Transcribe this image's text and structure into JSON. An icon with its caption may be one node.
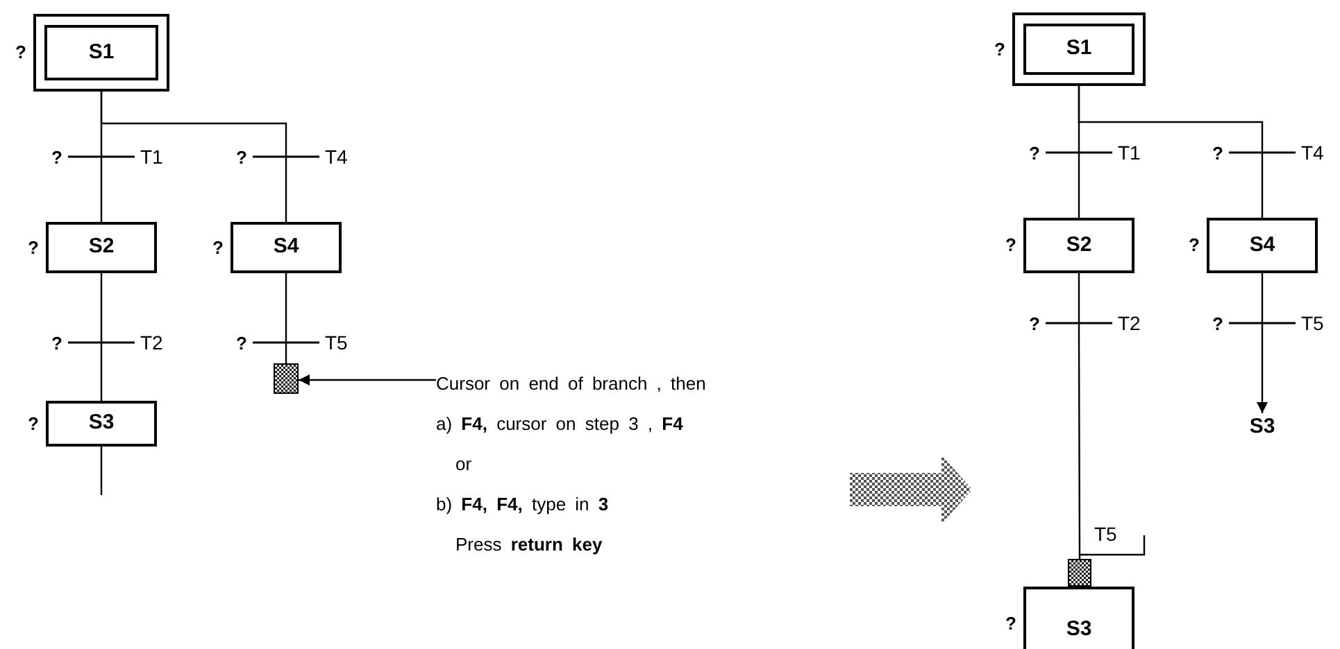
{
  "diagram": {
    "nodes": [
      {
        "text": [
          "S1"
        ],
        "beside": [
          "?"
        ]
      },
      {
        "text": [
          "?",
          "T1"
        ]
      },
      {
        "text": [
          "?",
          "T4"
        ]
      },
      {
        "text": [
          "S2"
        ],
        "beside": [
          "?"
        ]
      },
      {
        "text": [
          "S4"
        ],
        "beside": [
          "?"
        ]
      },
      {
        "text": [
          "?",
          "T2"
        ]
      },
      {
        "text": [
          "?",
          "T5"
        ]
      },
      {
        "text": [
          "S3"
        ],
        "beside": [
          "?"
        ]
      },
      {
        "text": [],
        "shape": "box"
      },
      {
        "text": [
          "Cursor on end of branch , then",
          "a) **F4,** cursor on step 3 , **F4**",
          "or",
          "b) **F4, F4,** type in **3**",
          "Press **return key**"
        ]
      },
      {
        "text": [
          "S1"
        ],
        "beside": [
          "?"
        ]
      },
      {
        "text": [
          "?",
          "T1"
        ]
      },
      {
        "text": [
          "?",
          "T4"
        ]
      },
      {
        "text": [
          "S2"
        ],
        "beside": [
          "?"
        ]
      },
      {
        "text": [
          "S4"
        ],
        "beside": [
          "?"
        ]
      },
      {
        "text": [
          "?",
          "T2"
        ]
      },
      {
        "text": [
          "?",
          "T5"
        ]
      },
      {
        "text": [
          "S3"
        ]
      },
      {
        "text": [],
        "shape": "box"
      },
      {
        "text": [
          "S3"
        ],
        "beside": [
          "?"
        ]
      }
    ],
    "edges": [
      {
        "from": 0,
        "to": 1,
        "arrow": "none"
      },
      {
        "from": 0,
        "to": 2,
        "arrow": "none"
      },
      {
        "from": 1,
        "to": 3,
        "arrow": "none"
      },
      {
        "from": 2,
        "to": 4,
        "arrow": "none"
      },
      {
        "from": 3,
        "to": 5,
        "arrow": "none"
      },
      {
        "from": 4,
        "to": 6,
        "arrow": "none"
      },
      {
        "from": 5,
        "to": 7,
        "arrow": "none"
      },
      {
        "from": 6,
        "to": 8,
        "arrow": "none"
      },
      {
        "from": 7,
        "to": null,
        "arrow": "none"
      },
      {
        "from": 9,
        "to": 8,
        "arrow": "to"
      },
      {
        "from": 10,
        "to": 11,
        "arrow": "none"
      },
      {
        "from": 10,
        "to": 12,
        "arrow": "none"
      },
      {
        "from": 11,
        "to": 13,
        "arrow": "none"
      },
      {
        "from": 12,
        "to": 14,
        "arrow": "none"
      },
      {
        "from": 13,
        "to": 15,
        "arrow": "none"
      },
      {
        "from": 14,
        "to": 16,
        "arrow": "none"
      },
      {
        "from": 16,
        "to": 17,
        "arrow": "to"
      },
      {
        "from": 15,
        "to": 18,
        "arrow": "none"
      }
    ],
    "labels": [
      "T5"
    ]
  }
}
